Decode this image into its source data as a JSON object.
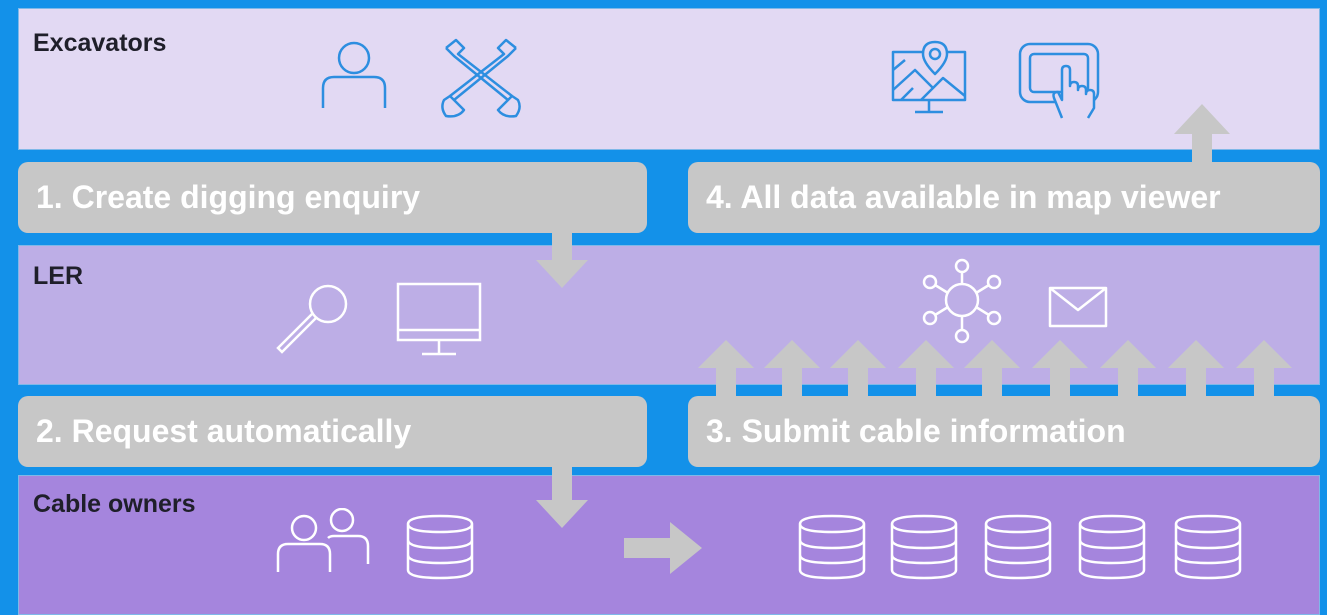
{
  "bands": {
    "excavators": {
      "title": "Excavators",
      "icons": [
        "person-icon",
        "crossed-shovels-icon",
        "map-monitor-icon",
        "touch-tablet-icon"
      ]
    },
    "ler": {
      "title": "LER",
      "icons": [
        "magnifier-icon",
        "monitor-icon",
        "network-hub-icon",
        "envelope-icon"
      ]
    },
    "cable_owners": {
      "title": "Cable owners",
      "icons": [
        "people-icon",
        "database-icon",
        "right-arrow",
        "database-icon",
        "database-icon",
        "database-icon",
        "database-icon",
        "database-icon"
      ]
    }
  },
  "steps": {
    "step1": "1. Create digging enquiry",
    "step2": "2. Request automatically",
    "step3": "3. Submit cable information",
    "step4": "4. All data available in map viewer"
  },
  "colors": {
    "background": "#1391e9",
    "excavators_band": "#e2d9f3",
    "ler_band": "#bdaee6",
    "cable_owners_band": "#a585dd",
    "step_box": "#c7c7c7",
    "icon_blue": "#2d8ee0",
    "icon_white": "#ffffff"
  }
}
